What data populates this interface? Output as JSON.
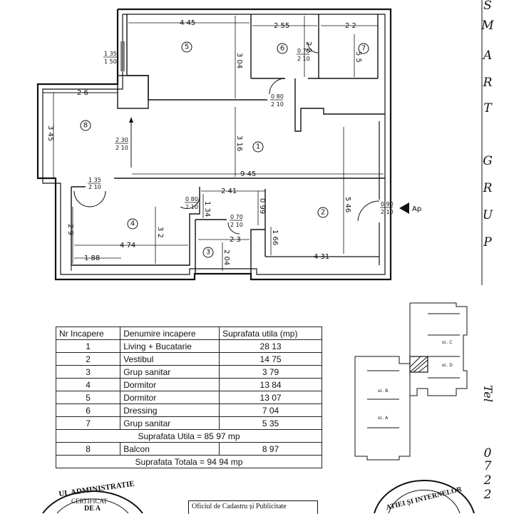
{
  "plan": {
    "dimensions": [
      "4 45",
      "2 55",
      "2 2",
      "2 2",
      "5 5",
      "3 04",
      "2 6",
      "3 45",
      "3 16",
      "9 45",
      "2 41",
      "5 46",
      "0 99",
      "1 66",
      "2 9",
      "3 2",
      "4 74",
      "1 88",
      "2 3",
      "4 31",
      "1 34",
      "2 04"
    ],
    "doors": [
      {
        "w": "1 35",
        "h": "1 50"
      },
      {
        "w": "0 70",
        "h": "2 10"
      },
      {
        "w": "0 80",
        "h": "2 10"
      },
      {
        "w": "2 30",
        "h": "2 10"
      },
      {
        "w": "1 35",
        "h": "2 10"
      },
      {
        "w": "0 80",
        "h": "2 10"
      },
      {
        "w": "0 70",
        "h": "2 10"
      },
      {
        "w": "0 90",
        "h": "2 10"
      }
    ],
    "room_numbers": [
      "1",
      "2",
      "3",
      "4",
      "5",
      "6",
      "7",
      "8"
    ],
    "entry_label": "Ap"
  },
  "table": {
    "headers": [
      "Nr Incapere",
      "Denumire incapere",
      "Suprafata utila (mp)"
    ],
    "rows": [
      {
        "nr": "1",
        "name": "Living + Bucatarie",
        "area": "28 13"
      },
      {
        "nr": "2",
        "name": "Vestibul",
        "area": "14 75"
      },
      {
        "nr": "3",
        "name": "Grup sanitar",
        "area": "3 79"
      },
      {
        "nr": "4",
        "name": "Dormitor",
        "area": "13 84"
      },
      {
        "nr": "5",
        "name": "Dormitor",
        "area": "13 07"
      },
      {
        "nr": "6",
        "name": "Dressing",
        "area": "7 04"
      },
      {
        "nr": "7",
        "name": "Grup sanitar",
        "area": "5 35"
      }
    ],
    "usable_total": "Suprafata Utila = 85 97 mp",
    "balcony": {
      "nr": "8",
      "name": "Balcon",
      "area": "8 97"
    },
    "grand_total": "Suprafata Totala = 94 94 mp"
  },
  "side_text": {
    "company_letters": [
      "S",
      "M",
      "A",
      "R",
      "T",
      "G",
      "R",
      "U",
      "P"
    ],
    "tel_label": "Tel",
    "tel_digits": [
      "0",
      "7",
      "2",
      "2"
    ]
  },
  "site_plan": {
    "labels": [
      "sc. C",
      "sc. D",
      "sc. B",
      "sc. A"
    ]
  },
  "stamps": {
    "left_line1": "UL ADMINISTRATIE",
    "left_line2": "CERTIFICAT",
    "left_line3": "DE A",
    "office": "Oficiul de Cadastru și Publicitate",
    "right_line1": "ATIEI ȘI INTERNELOR"
  }
}
